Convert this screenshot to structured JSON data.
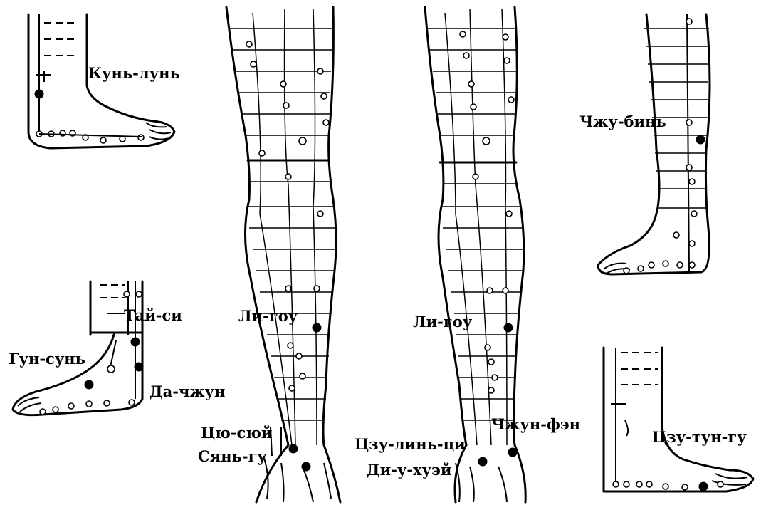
{
  "labels": {
    "kun_lun": "Кунь-лунь",
    "tai_si": "Тай-си",
    "gun_sun": "Гун-сунь",
    "da_chzhun": "Да-чжун",
    "li_gou_1": "Ли-гоу",
    "cyu_syuy": "Цю-сюй",
    "syan_gu": "Сянь-гу",
    "li_gou_2": "Ли-гоу",
    "tszu_lin_tsi": "Цзу-линь-ци",
    "di_u_khuey": "Ди-у-хуэй",
    "chzhun_fen": "Чжун-фэн",
    "chzhu_bin": "Чжу-бинь",
    "tszu_tun_gu": "Цзу-тун-гу"
  },
  "colors": {
    "ink": "#000000",
    "background": "#ffffff"
  }
}
